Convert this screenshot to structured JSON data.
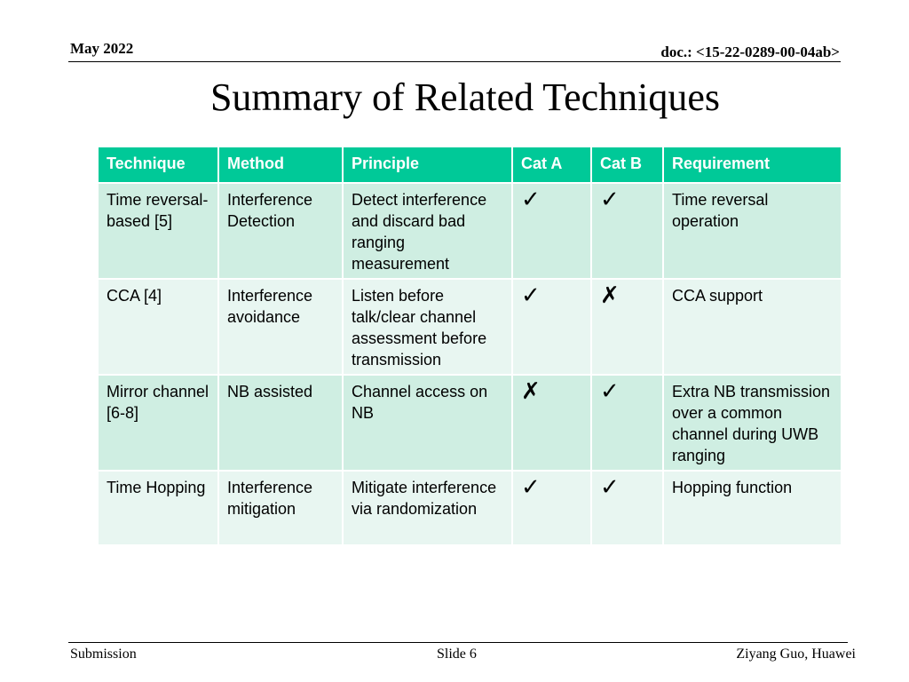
{
  "header": {
    "date": "May 2022",
    "doc": "doc.: <15-22-0289-00-04ab>"
  },
  "title": "Summary of Related Techniques",
  "table": {
    "columns": [
      "Technique",
      "Method",
      "Principle",
      "Cat A",
      "Cat B",
      "Requirement"
    ],
    "rows": [
      {
        "technique": "Time reversal-based [5]",
        "method": "Interference Detection",
        "principle": "Detect interference and discard bad ranging measurement",
        "cat_a": "✓",
        "cat_b": "✓",
        "requirement": "Time reversal operation"
      },
      {
        "technique": "CCA [4]",
        "method": "Interference avoidance",
        "principle": "Listen before talk/clear channel assessment before transmission",
        "cat_a": "✓",
        "cat_b": "✗",
        "requirement": "CCA support"
      },
      {
        "technique": "Mirror channel [6-8]",
        "method": "NB assisted",
        "principle": "Channel access on NB",
        "cat_a": "✗",
        "cat_b": "✓",
        "requirement": "Extra NB transmission over a common channel during UWB ranging"
      },
      {
        "technique": "Time Hopping",
        "method": "Interference mitigation",
        "principle": "Mitigate interference via randomization",
        "cat_a": "✓",
        "cat_b": "✓",
        "requirement": "Hopping function"
      }
    ]
  },
  "footer": {
    "left": "Submission",
    "center": "Slide 6",
    "right": "Ziyang Guo, Huawei"
  }
}
